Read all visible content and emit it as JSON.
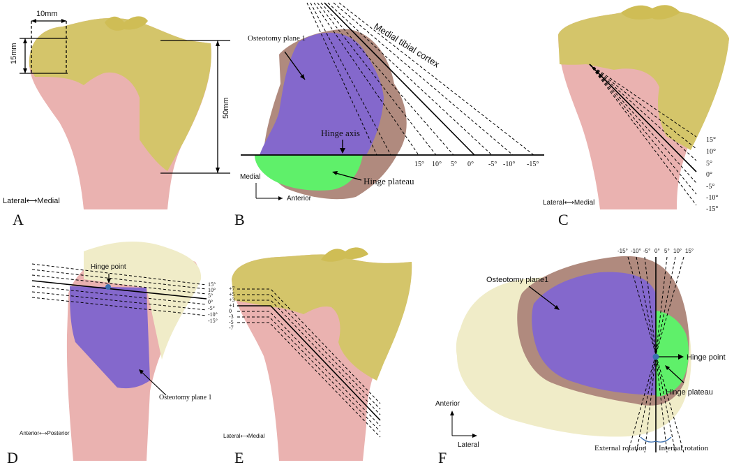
{
  "panels": {
    "A": {
      "label": "A",
      "dim_width": "10mm",
      "dim_height": "15mm",
      "dim_length": "50mm",
      "orientation": "Lateral⟷Medial"
    },
    "B": {
      "label": "B",
      "plane": "Osteotomy plane 1",
      "cortex": "Medial tibial cortex",
      "hinge_axis": "Hinge axis",
      "hinge_plateau": "Hinge plateau",
      "axis_medial": "Medial",
      "axis_anterior": "Anterior",
      "angles": [
        "15°",
        "10°",
        "5°",
        "0°",
        "-5°",
        "-10°",
        "-15°"
      ]
    },
    "C": {
      "label": "C",
      "orientation": "Lateral⟷Medial",
      "angles": [
        "15°",
        "10°",
        "5°",
        "0°",
        "-5°",
        "-10°",
        "-15°"
      ]
    },
    "D": {
      "label": "D",
      "hinge_point": "Hinge point",
      "plane": "Osteotomy plane 1",
      "orientation": "Anterior⟷Posterior",
      "angles": [
        "15°",
        "10°",
        "5°",
        "0°",
        "-5°",
        "-10°",
        "-15°"
      ]
    },
    "E": {
      "label": "E",
      "orientation": "Lateral⟷Medial",
      "angles": [
        "+7",
        "+5",
        "+3",
        "+1",
        "0",
        "-3",
        "-5",
        "-7"
      ]
    },
    "F": {
      "label": "F",
      "plane": "Osteotomy plane1",
      "hinge_point": "Hinge point",
      "hinge_plateau": "Hinge plateau",
      "axis_anterior": "Anterior",
      "axis_lateral": "Lateral",
      "external_rotation": "External rotation",
      "internal_rotation": "Internal rotation",
      "angles": [
        "-15°",
        "-10°",
        "-5°",
        "0°",
        "5°",
        "10°",
        "15°"
      ]
    }
  },
  "colors": {
    "bone_pink": "#eab2b0",
    "cartilage_yellow": "#d4c56a",
    "plane_purple": "#8468cc",
    "hinge_green": "#5ff06a",
    "bone_brown": "#b08a7e",
    "bone_cream": "#f0ecc8"
  }
}
